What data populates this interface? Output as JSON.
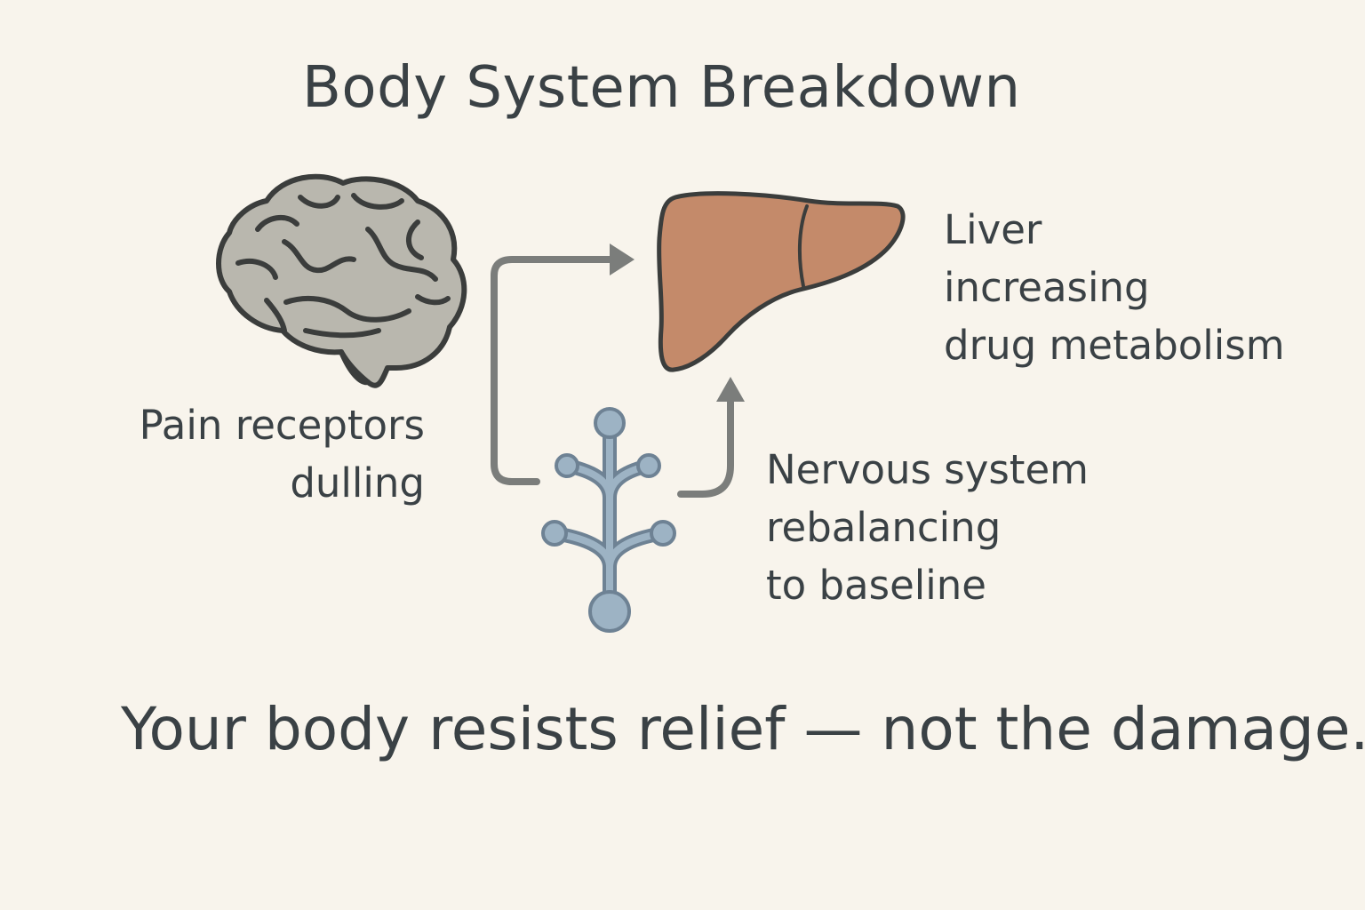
{
  "title": "Body System Breakdown",
  "organs": {
    "brain": {
      "label_lines": [
        "Pain receptors",
        "dulling"
      ]
    },
    "liver": {
      "label_lines": [
        "Liver",
        "increasing",
        "drug metabolism"
      ]
    },
    "nerve": {
      "label_lines": [
        "Nervous system",
        "rebalancing",
        "to baseline"
      ]
    }
  },
  "footer": "Your body resists relief — not the damage.",
  "colors": {
    "background": "#f8f4ec",
    "text": "#3a4145",
    "brain_fill": "#b9b7ae",
    "outline": "#3b3d3c",
    "liver_fill": "#c48a6a",
    "nerve_fill": "#9db3c4",
    "nerve_stroke": "#6e8294",
    "arrow": "#7b7d7b"
  }
}
